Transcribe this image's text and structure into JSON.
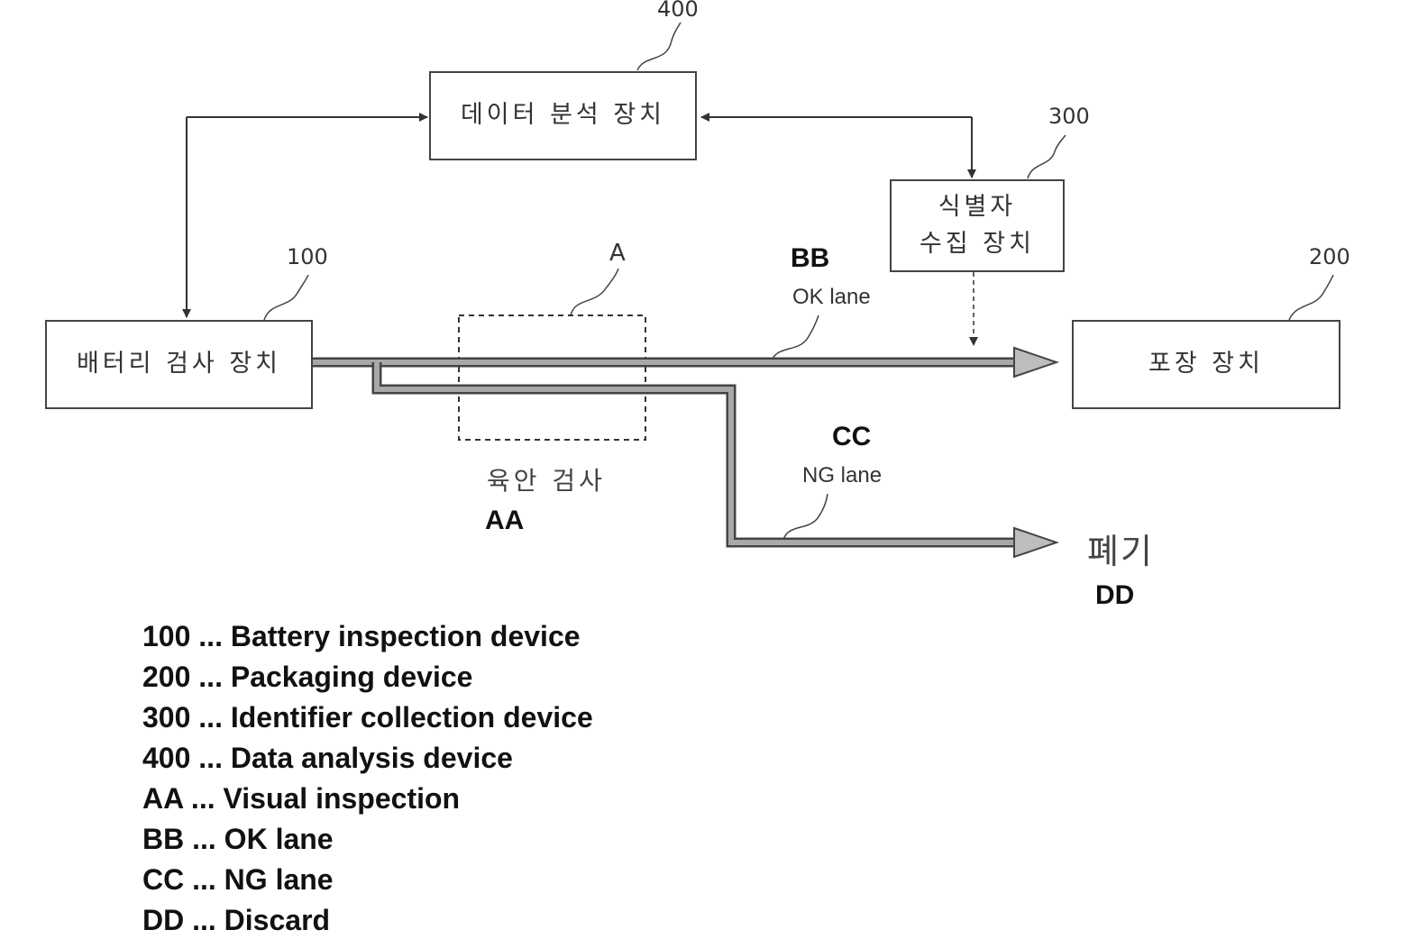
{
  "nodes": {
    "battery_inspection": {
      "ref": "100",
      "label": "배터리 검사 장치"
    },
    "packaging": {
      "ref": "200",
      "label": "포장 장치"
    },
    "identifier_collection": {
      "ref": "300",
      "label_line1": "식별자",
      "label_line2": "수집 장치"
    },
    "data_analysis": {
      "ref": "400",
      "label": "데이터 분석 장치"
    }
  },
  "region_a": {
    "ref": "A",
    "label_ko": "육안 검사",
    "code": "AA"
  },
  "ok_lane": {
    "code": "BB",
    "label": "OK lane"
  },
  "ng_lane": {
    "code": "CC",
    "label": "NG lane"
  },
  "discard": {
    "label_ko": "폐기",
    "code": "DD"
  },
  "legend": [
    "100 ... Battery inspection device",
    "200 ... Packaging device",
    "300 ... Identifier collection device",
    "400 ... Data analysis device",
    "AA ... Visual inspection",
    "BB ... OK lane",
    "CC ... NG lane",
    "DD ... Discard"
  ]
}
